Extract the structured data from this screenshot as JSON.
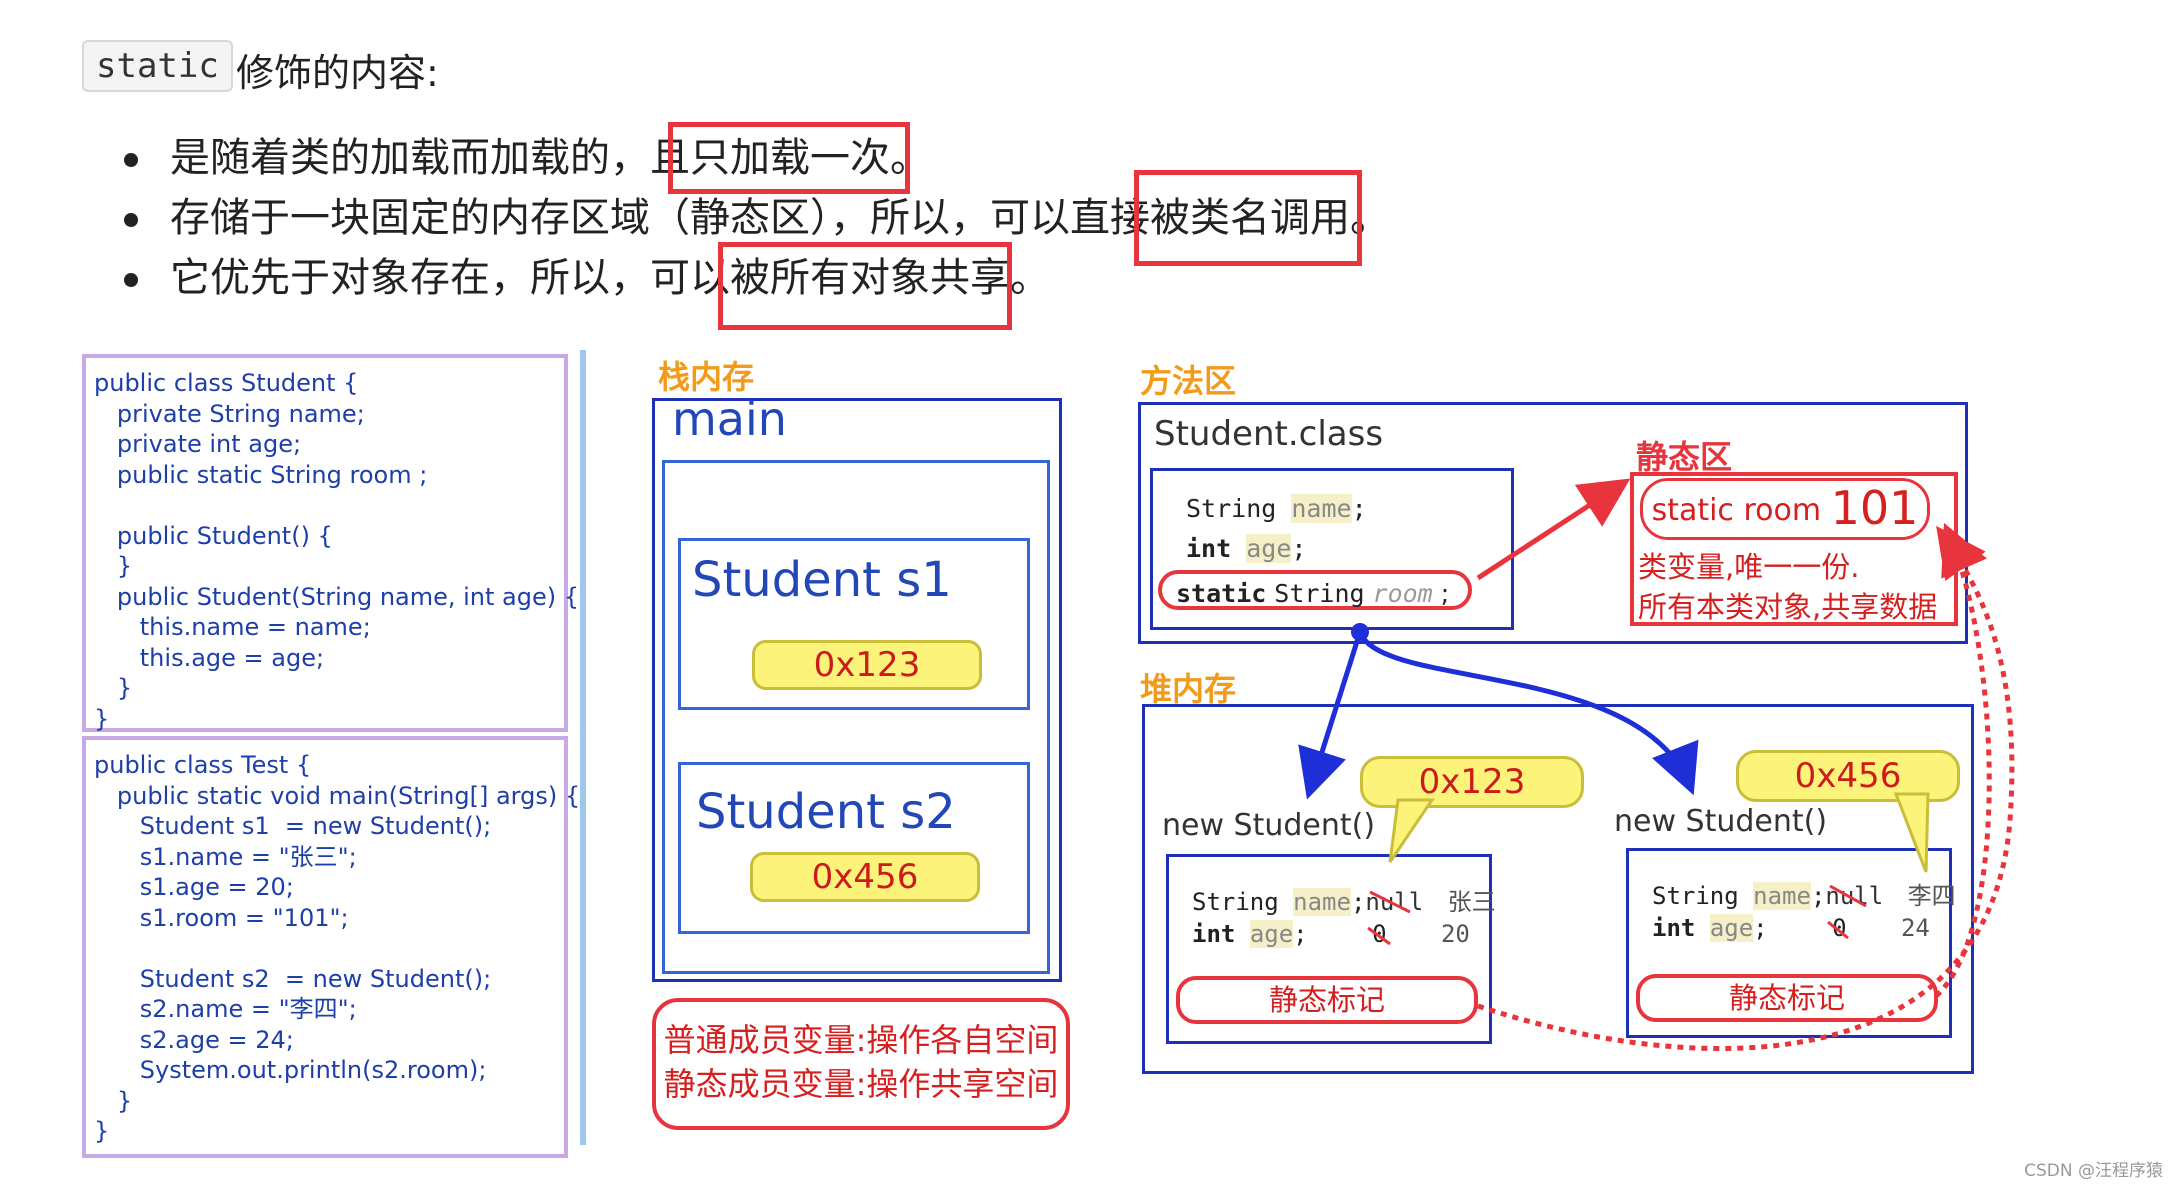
{
  "heading": {
    "code": "static",
    "text": "修饰的内容:"
  },
  "bullets": [
    "是随着类的加载而加载的，且只加载一次。",
    "存储于一块固定的内存区域（静态区），所以，可以直接被类名调用。",
    "它优先于对象存在，所以，可以被所有对象共享。"
  ],
  "code_student": "public class Student {\n   private String name;\n   private int age;\n   public static String room ;\n\n   public Student() {\n   }\n   public Student(String name, int age) {\n      this.name = name;\n      this.age = age;\n   }\n}",
  "code_test": "public class Test {\n   public static void main(String[] args) {\n      Student s1  = new Student();\n      s1.name = \"张三\";\n      s1.age = 20;\n      s1.room = \"101\";\n\n      Student s2  = new Student();\n      s2.name = \"李四\";\n      s2.age = 24;\n      System.out.println(s2.room);\n   }\n}",
  "stack": {
    "title": "栈内存",
    "main_label": "main",
    "s1_label": "Student  s1",
    "s1_addr": "0x123",
    "s2_label": "Student s2",
    "s2_addr": "0x456"
  },
  "note": {
    "line1": "普通成员变量:操作各自空间",
    "line2": "静态成员变量:操作共享空间"
  },
  "method_area": {
    "title": "方法区",
    "class_name": "Student.class",
    "field1_type": "String",
    "field1_name": "name",
    "field2_type": "int",
    "field2_name": "age",
    "field3_mod": "static",
    "field3_type": "String",
    "field3_name": "room",
    "static_title": "静态区",
    "static_room_label": "static room",
    "static_room_value": "101",
    "static_desc1": "类变量,唯一一份.",
    "static_desc2": "所有本类对象,共享数据"
  },
  "heap": {
    "title": "堆内存",
    "obj1": {
      "label": "new Student()",
      "addr": "0x123",
      "name_type": "String",
      "name_field": "name",
      "name_old": "null",
      "name_new": "张三",
      "age_type": "int",
      "age_field": "age",
      "age_old": "0",
      "age_new": "20",
      "marker": "静态标记"
    },
    "obj2": {
      "label": "new Student()",
      "addr": "0x456",
      "name_type": "String",
      "name_field": "name",
      "name_old": "null",
      "name_new": "李四",
      "age_type": "int",
      "age_field": "age",
      "age_old": "0",
      "age_new": "24",
      "marker": "静态标记"
    }
  },
  "watermark": "CSDN @汪程序猿",
  "colors": {
    "red": "#e8343d",
    "blue": "#1e2fb8",
    "orange": "#f29a1a",
    "yellow": "#fbf37a",
    "code_blue": "#1e3fa8",
    "purple": "#c9a8e8"
  }
}
